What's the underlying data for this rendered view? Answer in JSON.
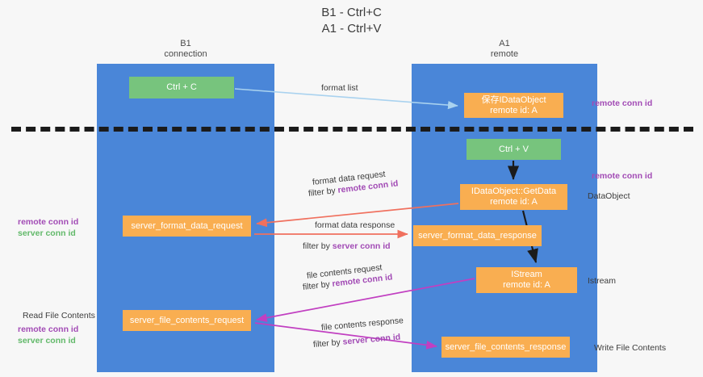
{
  "title": {
    "line1": "B1 - Ctrl+C",
    "line2": "A1 - Ctrl+V"
  },
  "lanes": [
    {
      "id": "b1",
      "name": "B1",
      "role": "connection"
    },
    {
      "id": "a1",
      "name": "A1",
      "role": "remote"
    }
  ],
  "nodes": {
    "ctrl_c": {
      "label": "Ctrl + C",
      "color": "#77c47d",
      "lane": "b1"
    },
    "save_dataobject": {
      "line1": "保存IDataObject",
      "line2": "remote id: A",
      "color": "#f9ae51",
      "lane": "a1"
    },
    "ctrl_v": {
      "label": "Ctrl + V",
      "color": "#77c47d",
      "lane": "a1"
    },
    "getdata": {
      "line1": "IDataObject::GetData",
      "line2": "remote id: A",
      "color": "#f9ae51",
      "lane": "a1"
    },
    "server_format_data_request": {
      "label": "server_format_data_request",
      "color": "#f9ae51",
      "lane": "b1"
    },
    "server_format_data_response": {
      "label": "server_format_data_response",
      "color": "#f9ae51",
      "lane": "a1"
    },
    "istream": {
      "line1": "IStream",
      "line2": "remote id: A",
      "color": "#f9ae51",
      "lane": "a1"
    },
    "server_file_contents_request": {
      "label": "server_file_contents_request",
      "color": "#f9ae51",
      "lane": "b1"
    },
    "server_file_contents_response": {
      "label": "server_file_contents_response",
      "color": "#f9ae51",
      "lane": "a1"
    }
  },
  "annotations": {
    "format_list": "format list",
    "format_data_request": "format data request",
    "filter_by": "filter by ",
    "remote_conn_id": "remote conn id",
    "server_conn_id": "server conn id",
    "format_data_response": "format data response",
    "file_contents_request": "file contents request",
    "file_contents_response": "file contents response",
    "read_file_contents": "Read File Contents",
    "write_file_contents": "Write File Contents",
    "dataobject": "DataObject",
    "istream": "Istream"
  },
  "colors": {
    "lane": "#4a86d8",
    "green_node": "#77c47d",
    "orange_node": "#f9ae51",
    "arrow_format_list": "#a9d2ef",
    "arrow_format_data": "#f0705e",
    "arrow_file_contents": "#c13fc1",
    "arrow_internal": "#1b1b1b",
    "remote_conn_id": "#a24bb5",
    "server_conn_id": "#62b96a",
    "divider": "#1b1b1b",
    "background": "#f7f7f7"
  }
}
